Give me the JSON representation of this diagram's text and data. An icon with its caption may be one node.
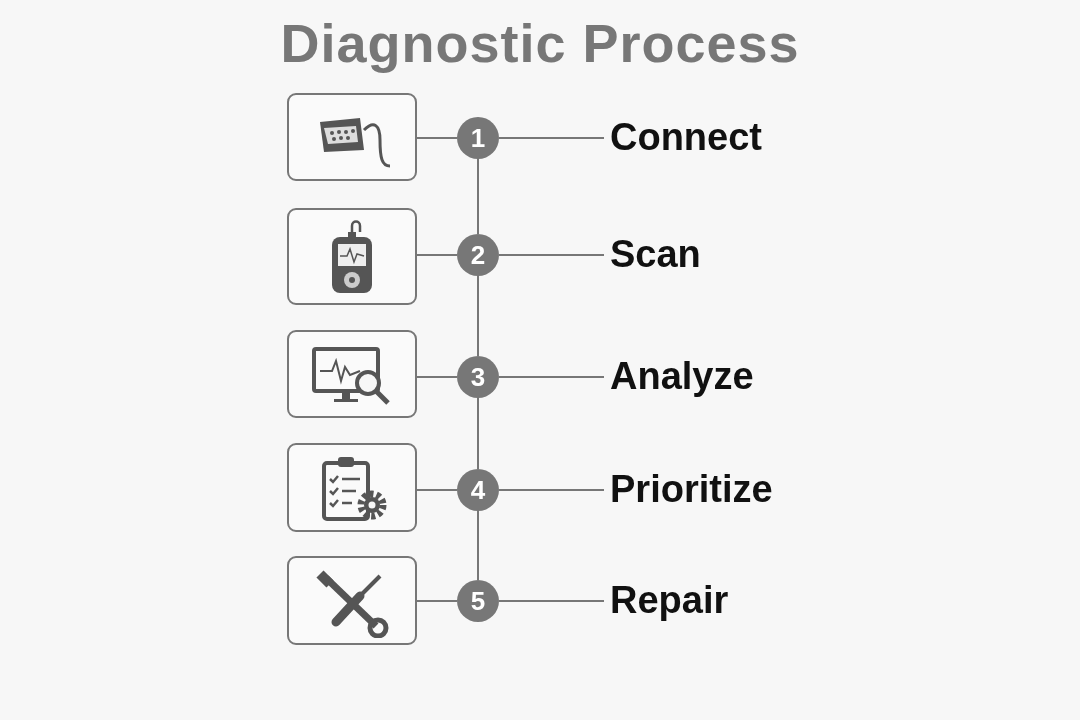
{
  "diagram": {
    "title": "Diagnostic Process",
    "nodes": [
      {
        "text": [],
        "shape": "box"
      },
      {
        "text": [
          "1"
        ]
      },
      {
        "text": [
          "Connect"
        ]
      },
      {
        "text": [],
        "shape": "box"
      },
      {
        "text": [
          "2"
        ]
      },
      {
        "text": [
          "Scan"
        ]
      },
      {
        "text": [],
        "shape": "box"
      },
      {
        "text": [
          "3"
        ]
      },
      {
        "text": [
          "Analyze"
        ]
      },
      {
        "text": [],
        "shape": "box"
      },
      {
        "text": [
          "4"
        ]
      },
      {
        "text": [
          "Prioritize"
        ]
      },
      {
        "text": [],
        "shape": "box"
      },
      {
        "text": [
          "5"
        ]
      },
      {
        "text": [
          "Repair"
        ]
      }
    ],
    "edges": [
      {
        "from": 0,
        "to": 1,
        "arrow": "none"
      },
      {
        "from": 1,
        "to": 2,
        "arrow": "none"
      },
      {
        "from": 3,
        "to": 4,
        "arrow": "none"
      },
      {
        "from": 4,
        "to": 5,
        "arrow": "none"
      },
      {
        "from": 6,
        "to": 7,
        "arrow": "none"
      },
      {
        "from": 7,
        "to": 8,
        "arrow": "none"
      },
      {
        "from": 9,
        "to": 10,
        "arrow": "none"
      },
      {
        "from": 10,
        "to": 11,
        "arrow": "none"
      },
      {
        "from": 12,
        "to": 13,
        "arrow": "none"
      },
      {
        "from": 13,
        "to": 14,
        "arrow": "none"
      },
      {
        "from": 1,
        "to": 4,
        "arrow": "none"
      },
      {
        "from": 4,
        "to": 7,
        "arrow": "none"
      },
      {
        "from": 7,
        "to": 10,
        "arrow": "none"
      },
      {
        "from": 10,
        "to": 13,
        "arrow": "none"
      }
    ]
  }
}
